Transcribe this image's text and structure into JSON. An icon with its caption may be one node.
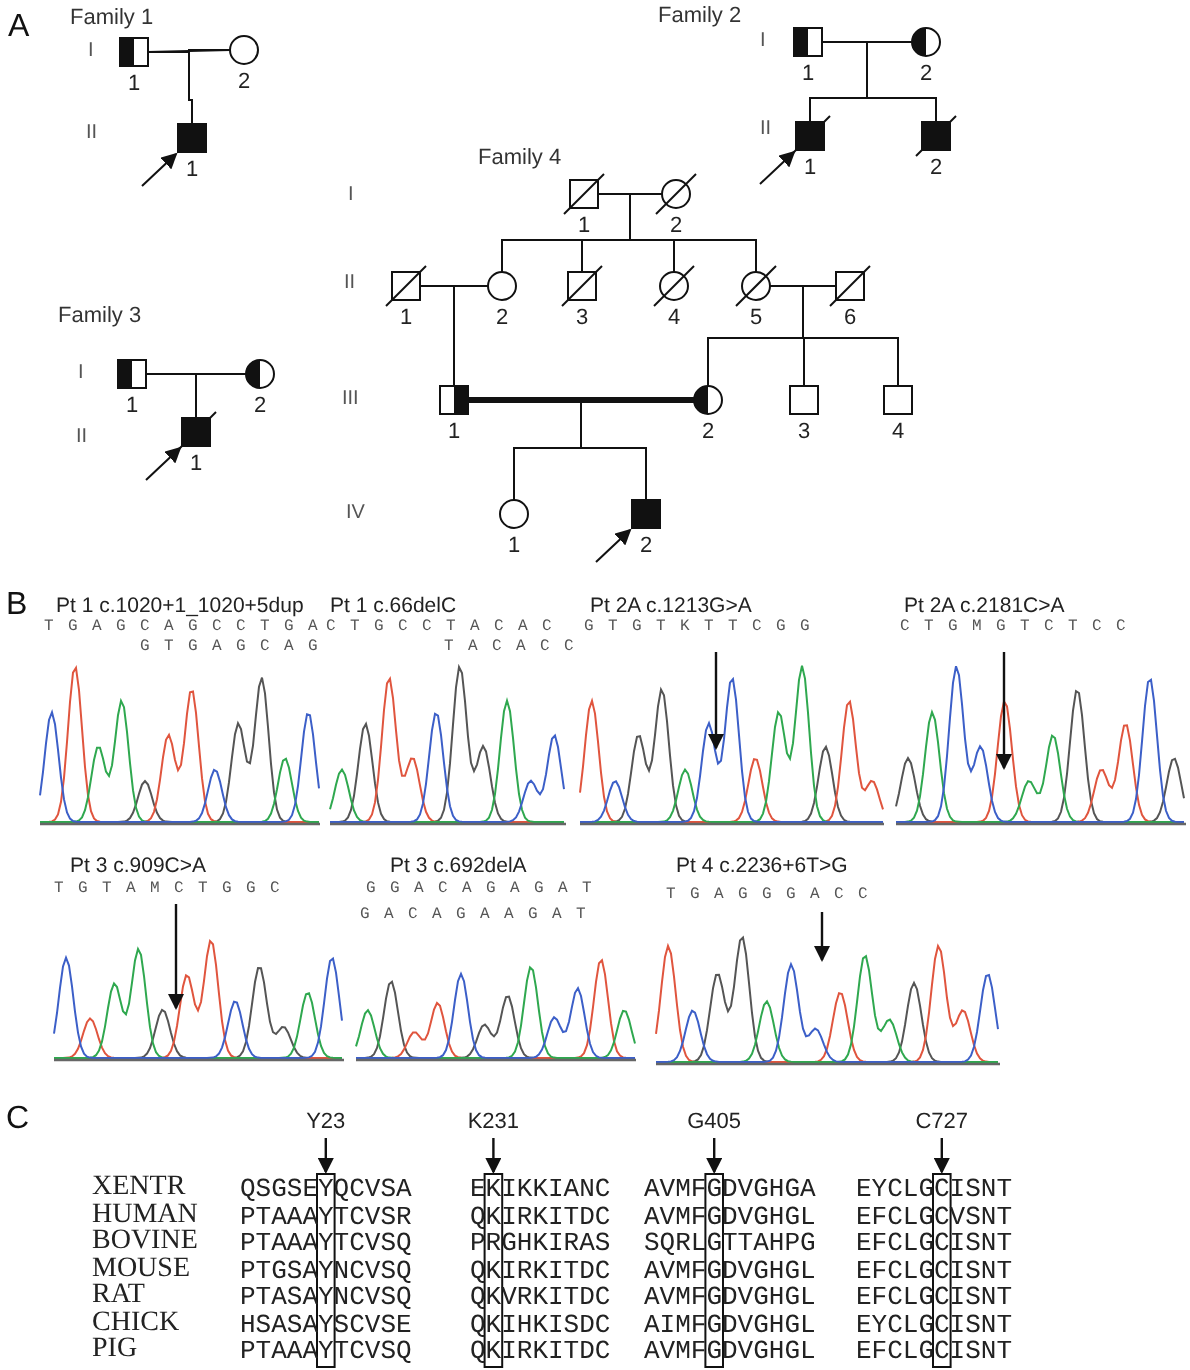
{
  "diagram": {
    "nodes": [
      {
        "text": [
          "1"
        ]
      },
      {
        "text": [
          "2"
        ]
      },
      {
        "text": [
          "1"
        ]
      },
      {
        "text": [
          "1"
        ]
      },
      {
        "text": [
          "2"
        ]
      },
      {
        "text": [
          "1"
        ]
      },
      {
        "text": [
          "2"
        ]
      },
      {
        "text": [
          "1"
        ]
      },
      {
        "text": [
          "2"
        ]
      },
      {
        "text": [
          "1"
        ]
      },
      {
        "text": [
          "2"
        ]
      },
      {
        "text": [
          "3"
        ]
      },
      {
        "text": [
          "4"
        ]
      },
      {
        "text": [
          "5"
        ]
      },
      {
        "text": [
          "6"
        ]
      },
      {
        "text": [
          "1"
        ]
      },
      {
        "text": [
          "2"
        ]
      },
      {
        "text": [
          "3"
        ]
      },
      {
        "text": [
          "4"
        ]
      },
      {
        "text": [
          "1"
        ]
      },
      {
        "text": [
          "2"
        ]
      },
      {
        "text": [
          "1"
        ]
      },
      {
        "text": [
          "2"
        ]
      },
      {
        "text": [
          "1"
        ]
      }
    ],
    "edges": [
      {
        "from": 0,
        "to": 1,
        "arrow": "none"
      },
      {
        "from": 0,
        "to": 2,
        "arrow": "none"
      },
      {
        "from": 1,
        "to": 2,
        "arrow": "none"
      },
      {
        "from": 3,
        "to": 4,
        "arrow": "none"
      },
      {
        "from": 3,
        "to": 5,
        "arrow": "none"
      },
      {
        "from": 4,
        "to": 5,
        "arrow": "none"
      },
      {
        "from": 3,
        "to": 6,
        "arrow": "none"
      },
      {
        "from": 4,
        "to": 6,
        "arrow": "none"
      },
      {
        "from": 7,
        "to": 8,
        "arrow": "none"
      },
      {
        "from": 7,
        "to": 10,
        "arrow": "none"
      },
      {
        "from": 8,
        "to": 10,
        "arrow": "none"
      },
      {
        "from": 7,
        "to": 11,
        "arrow": "none"
      },
      {
        "from": 8,
        "to": 11,
        "arrow": "none"
      },
      {
        "from": 7,
        "to": 12,
        "arrow": "none"
      },
      {
        "from": 8,
        "to": 12,
        "arrow": "none"
      },
      {
        "from": 7,
        "to": 13,
        "arrow": "none"
      },
      {
        "from": 8,
        "to": 13,
        "arrow": "none"
      },
      {
        "from": 9,
        "to": 10,
        "arrow": "none"
      },
      {
        "from": 9,
        "to": 15,
        "arrow": "none"
      },
      {
        "from": 10,
        "to": 15,
        "arrow": "none"
      },
      {
        "from": 13,
        "to": 14,
        "arrow": "none"
      },
      {
        "from": 13,
        "to": 16,
        "arrow": "none"
      },
      {
        "from": 14,
        "to": 16,
        "arrow": "none"
      },
      {
        "from": 13,
        "to": 17,
        "arrow": "none"
      },
      {
        "from": 14,
        "to": 17,
        "arrow": "none"
      },
      {
        "from": 13,
        "to": 18,
        "arrow": "none"
      },
      {
        "from": 14,
        "to": 18,
        "arrow": "none"
      },
      {
        "from": 15,
        "to": 16,
        "arrow": "none",
        "style": "thick"
      },
      {
        "from": 15,
        "to": 19,
        "arrow": "none"
      },
      {
        "from": 16,
        "to": 19,
        "arrow": "none"
      },
      {
        "from": 15,
        "to": 20,
        "arrow": "none"
      },
      {
        "from": 16,
        "to": 20,
        "arrow": "none"
      },
      {
        "from": 21,
        "to": 22,
        "arrow": "none"
      },
      {
        "from": 21,
        "to": 23,
        "arrow": "none"
      },
      {
        "from": 22,
        "to": 23,
        "arrow": "none"
      },
      {
        "from": null,
        "to": 2,
        "arrow": "to"
      },
      {
        "from": null,
        "to": 5,
        "arrow": "to"
      },
      {
        "from": null,
        "to": 20,
        "arrow": "to"
      },
      {
        "from": null,
        "to": 23,
        "arrow": "to"
      }
    ],
    "labels": [
      "A",
      "Family 1",
      "Family 2",
      "I",
      "I",
      "II",
      "II",
      "Family 4",
      "I",
      "II",
      "Family 3",
      "I",
      "III",
      "II",
      "IV",
      "B",
      "Pt 1 c.1020+1_1020+5dup",
      "Pt 1 c.66delC",
      "Pt 2A c.1213G>A",
      "Pt 2A c.2181C>A",
      "T G A G C A G C C T G A",
      "C T G C C T A C A C",
      "G T G T K T T C G G",
      "C T G M G T C T C C",
      "G T G A G C A G",
      "T A C A C C",
      "Pt 3 c.909C>A",
      "Pt 3 c.692delA",
      "Pt 4 c.2236+6T>G",
      "T G T A M C T G G C",
      "G G A C A G A G A T",
      "T G A G G G A C C",
      "G A C A G A A G A T",
      "C",
      "Y23",
      "K231",
      "G405",
      "C727",
      "XENTR",
      "QSGSEYQCVSA",
      "EKIKKIANC",
      "AVMFGDVGHGA",
      "EYCLGCISNT",
      "HUMAN",
      "PTAAAYTCVSR",
      "QKIRKITDC",
      "AVMFGDVGHGL",
      "EFCLGCVSNT",
      "BOVINE",
      "PTAAAYTCVSQ",
      "PRGHKIRAS",
      "SQRLGTTAHPG",
      "EFCLGCISNT",
      "MOUSE",
      "PTGSAYNCVSQ",
      "QKIRKITDC",
      "AVMFGDVGHGL",
      "EFCLGCISNT",
      "RAT",
      "PTASAYNCVSQ",
      "QKVRKITDC",
      "AVMFGDVGHGL",
      "EFCLGCISNT",
      "CHICK",
      "HSASAYSCVSE",
      "QKIHKISDC",
      "AIMFGDVGHGL",
      "EYCLGCISNT",
      "PIG",
      "PTAAAYTCVSQ",
      "QKIRKITDC",
      "AVMFGDVGHGL",
      "EFCLGCISNT"
    ]
  }
}
